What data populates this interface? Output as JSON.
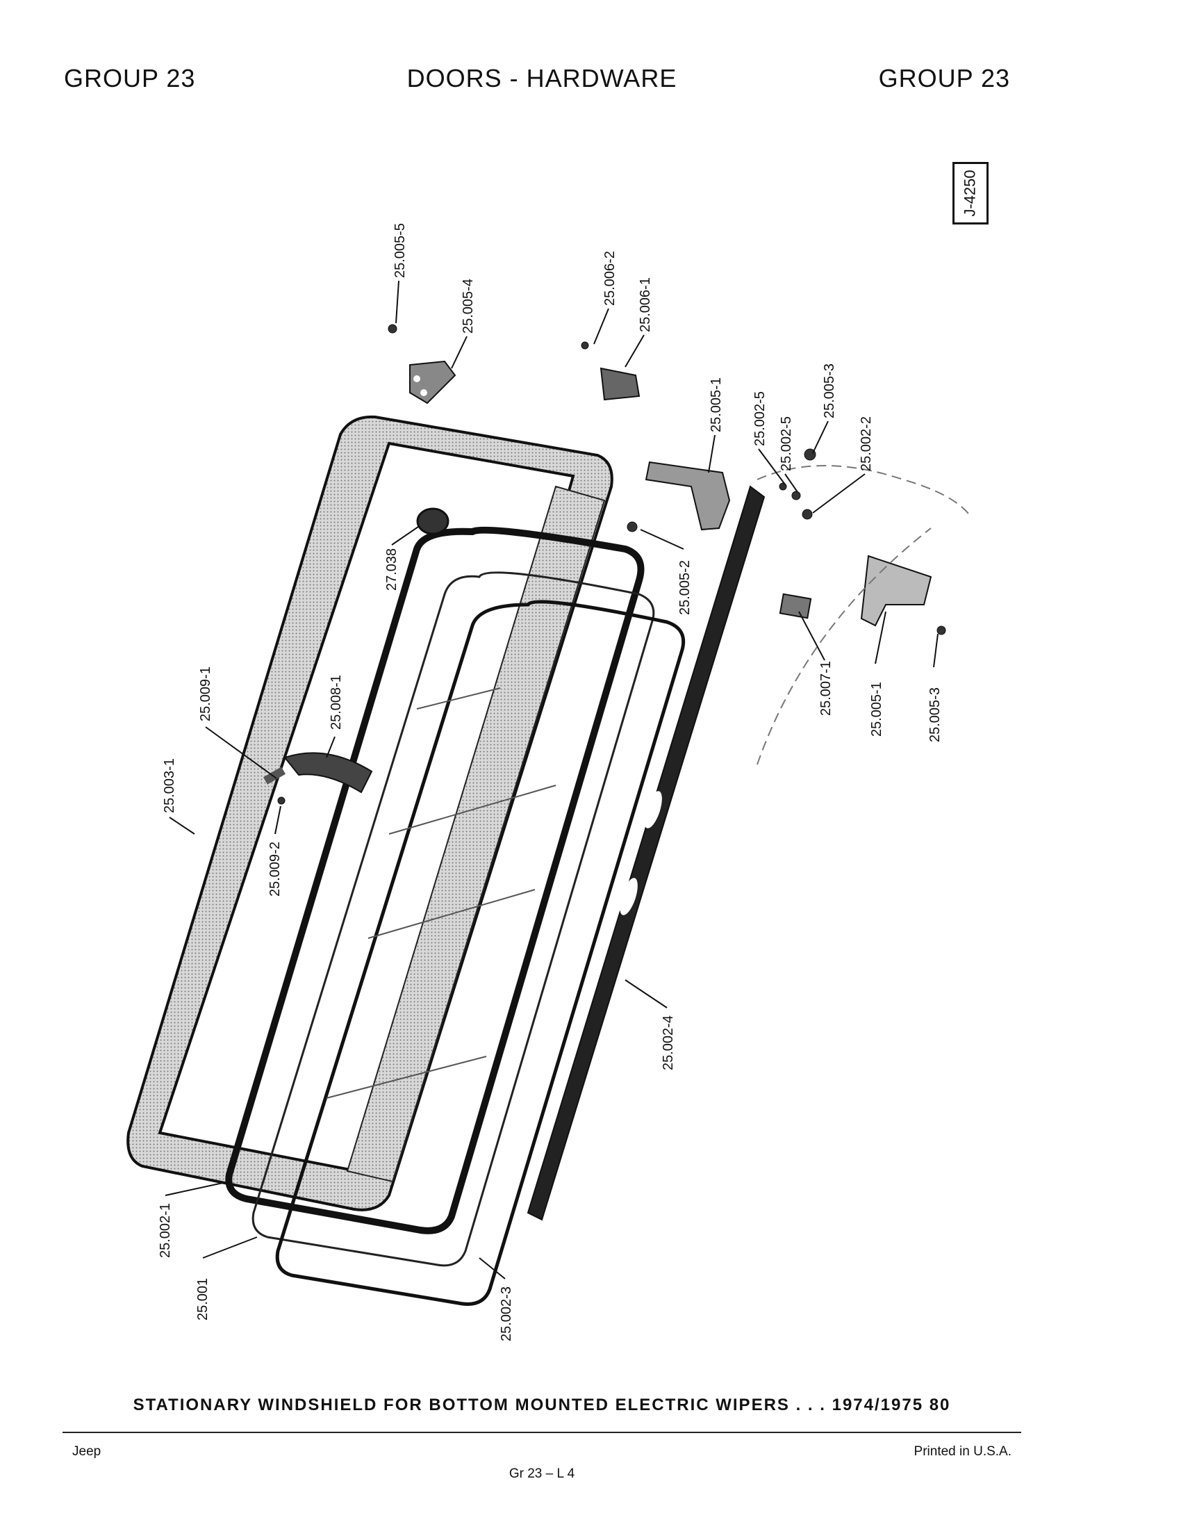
{
  "header": {
    "left": "GROUP 23",
    "center": "DOORS - HARDWARE",
    "right": "GROUP 23"
  },
  "plate_id": "J-4250",
  "callouts": [
    "25.005-5",
    "25.005-4",
    "25.006-2",
    "25.006-1",
    "25.005-1",
    "25.002-5",
    "25.002-5",
    "25.005-3",
    "25.002-2",
    "27.038",
    "25.005-2",
    "25.007-1",
    "25.005-1",
    "25.005-3",
    "25.009-1",
    "25.008-1",
    "25.003-1",
    "25.009-2",
    "25.002-4",
    "25.002-1",
    "25.001",
    "25.002-3"
  ],
  "caption": "STATIONARY WINDSHIELD FOR BOTTOM MOUNTED ELECTRIC WIPERS . . . 1974/1975 80",
  "footer": {
    "left": "Jeep",
    "center": "Gr 23 – L 4",
    "right": "Printed in U.S.A."
  }
}
